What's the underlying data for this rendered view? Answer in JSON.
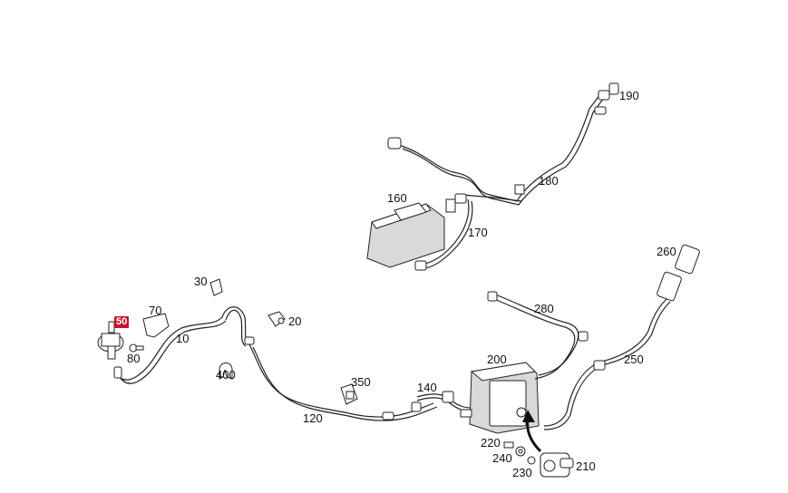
{
  "parts": [
    {
      "id": "p10",
      "label": "10",
      "highlight": false
    },
    {
      "id": "p20",
      "label": "20",
      "highlight": false
    },
    {
      "id": "p30",
      "label": "30",
      "highlight": false
    },
    {
      "id": "p50",
      "label": "50",
      "highlight": true
    },
    {
      "id": "p70",
      "label": "70",
      "highlight": false
    },
    {
      "id": "p80",
      "label": "80",
      "highlight": false
    },
    {
      "id": "p120",
      "label": "120",
      "highlight": false
    },
    {
      "id": "p140",
      "label": "140",
      "highlight": false
    },
    {
      "id": "p160",
      "label": "160",
      "highlight": false
    },
    {
      "id": "p170",
      "label": "170",
      "highlight": false
    },
    {
      "id": "p180",
      "label": "180",
      "highlight": false
    },
    {
      "id": "p190",
      "label": "190",
      "highlight": false
    },
    {
      "id": "p200",
      "label": "200",
      "highlight": false
    },
    {
      "id": "p210",
      "label": "210",
      "highlight": false
    },
    {
      "id": "p220",
      "label": "220",
      "highlight": false
    },
    {
      "id": "p230",
      "label": "230",
      "highlight": false
    },
    {
      "id": "p240",
      "label": "240",
      "highlight": false
    },
    {
      "id": "p250",
      "label": "250",
      "highlight": false
    },
    {
      "id": "p260",
      "label": "260",
      "highlight": false
    },
    {
      "id": "p280",
      "label": "280",
      "highlight": false
    },
    {
      "id": "p350",
      "label": "350",
      "highlight": false
    },
    {
      "id": "p400",
      "label": "400",
      "highlight": false
    }
  ],
  "colors": {
    "highlight": "#c8102e",
    "line": "#222222",
    "background": "#ffffff"
  }
}
